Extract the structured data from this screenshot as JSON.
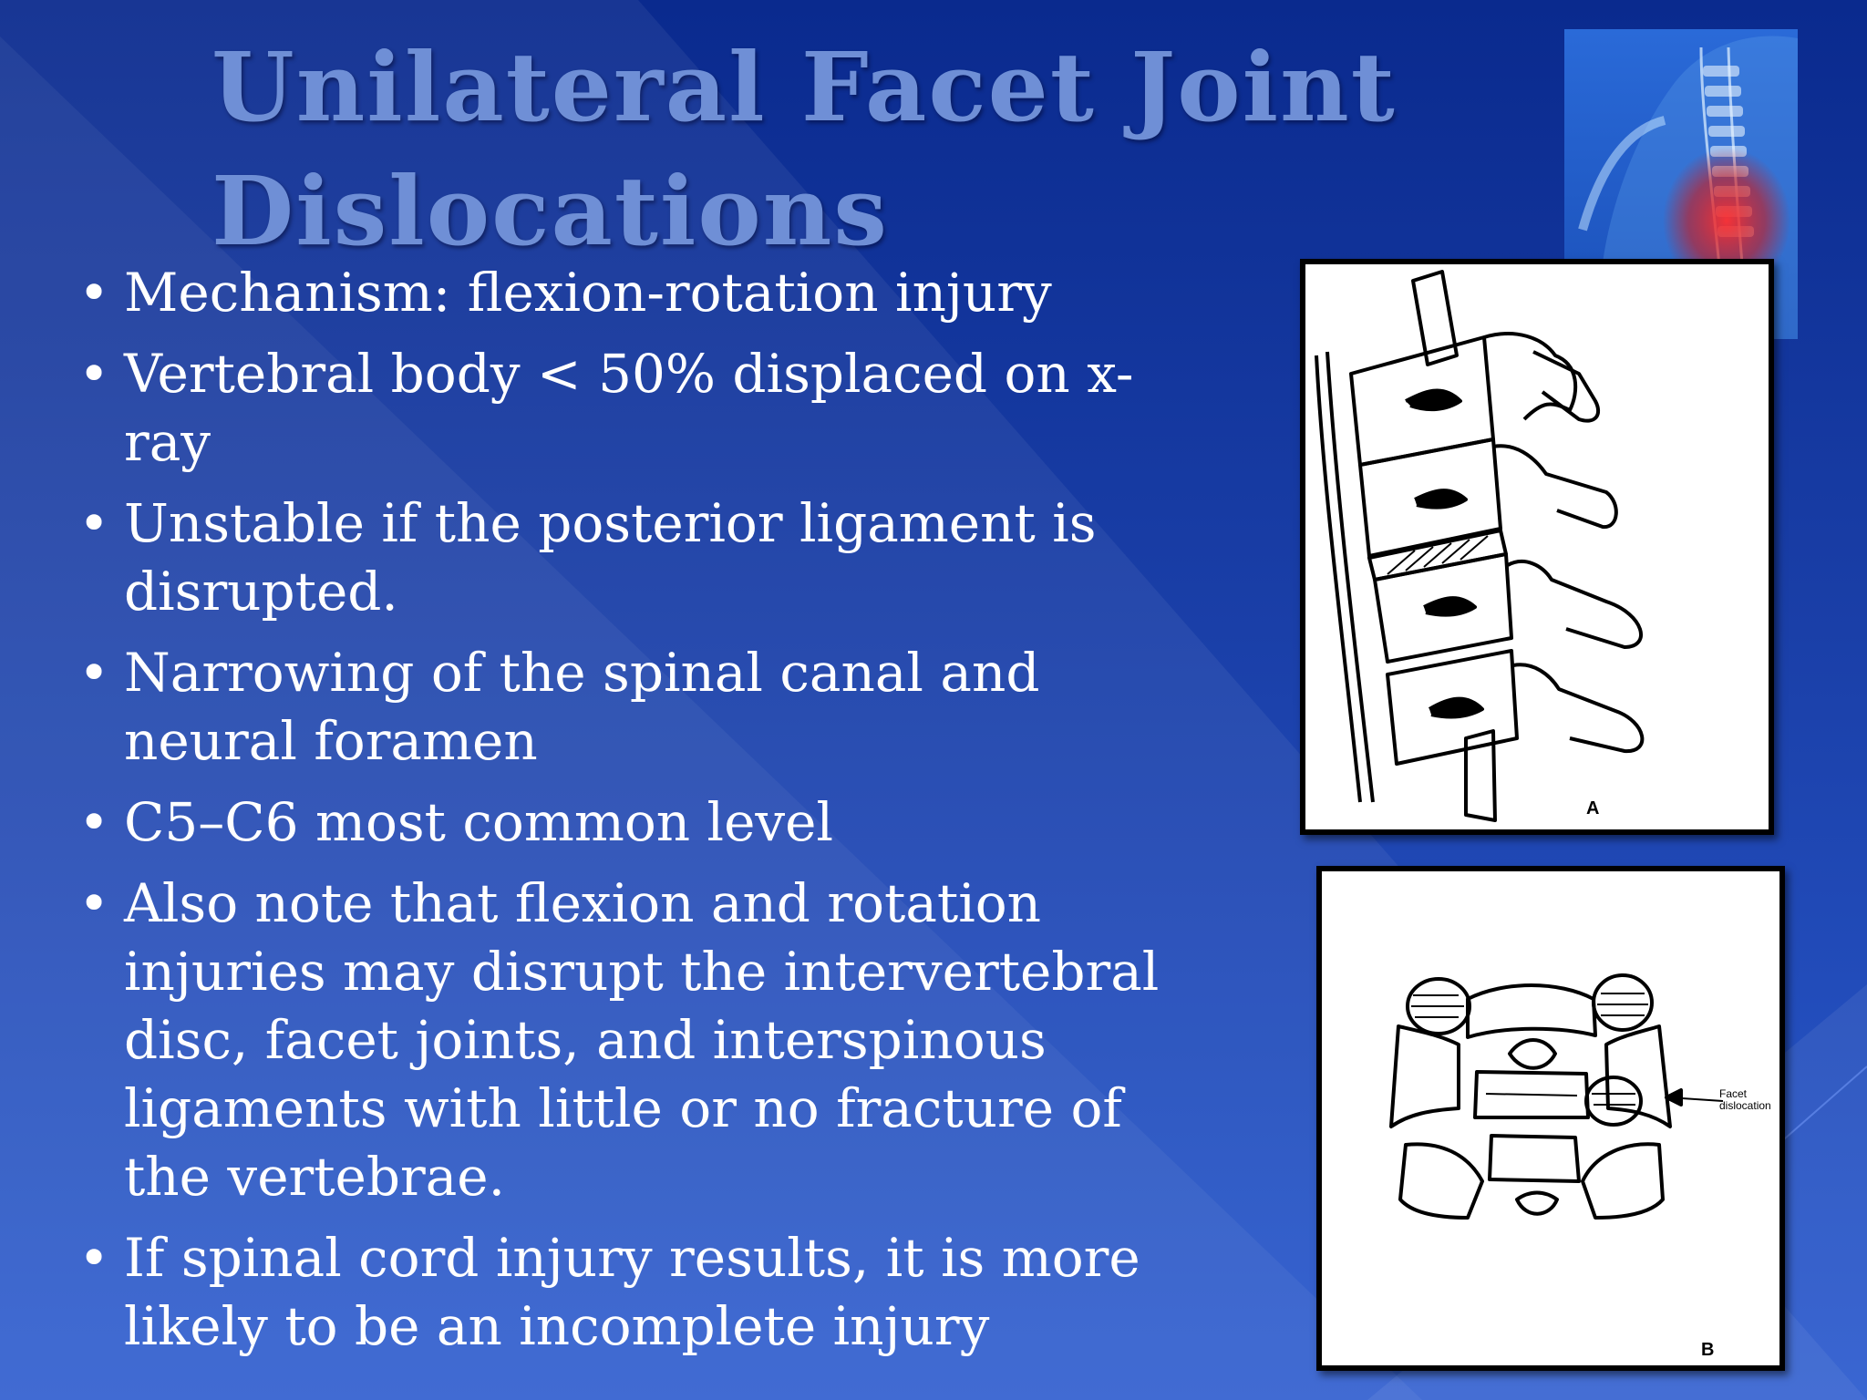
{
  "slide": {
    "title": "Unilateral Facet Joint Dislocations",
    "bullets": [
      "Mechanism: flexion-rotation injury",
      "Vertebral body < 50% displaced on x-ray",
      "Unstable if the posterior ligament is disrupted.",
      "Narrowing of the spinal canal and neural foramen",
      "C5–C6 most common level",
      "Also note that flexion and rotation injuries may disrupt the intervertebral disc, facet joints, and interspinous ligaments with little or no fracture of the vertebrae.",
      "If spinal cord injury results, it is more likely to be an incomplete injury"
    ],
    "bullet_symbol": "•"
  },
  "figures": {
    "a_label": "A",
    "b_label": "B",
    "b_annotation": "Facet dislocation"
  },
  "colors": {
    "background_top": "#0a2a8e",
    "background_bottom": "#2b5bcf",
    "title": "#6f8fd6",
    "text": "#ffffff",
    "highlight_red": "#e02020"
  }
}
